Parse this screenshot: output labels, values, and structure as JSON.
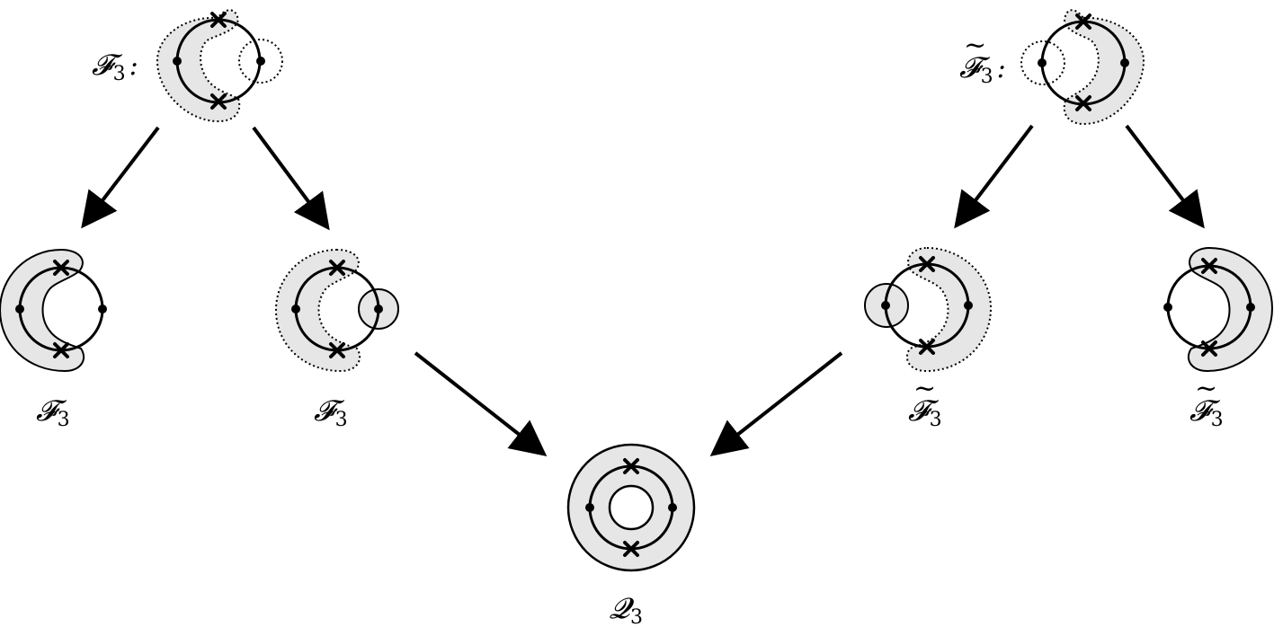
{
  "diagram": {
    "labels": {
      "top_left": {
        "main": "𝓕",
        "sub": "3",
        "suffix": ":"
      },
      "top_right": {
        "main": "𝓕",
        "sub": "3",
        "suffix": ":",
        "tilde": "~"
      },
      "mid_1": {
        "main": "𝓕",
        "sub": "3"
      },
      "mid_2": {
        "main": "𝓕",
        "sub": "3"
      },
      "mid_3": {
        "main": "𝓕",
        "sub": "3",
        "tilde": "~"
      },
      "mid_4": {
        "main": "𝓕",
        "sub": "3",
        "tilde": "~"
      },
      "bottom": {
        "main": "𝓠",
        "sub": "3"
      }
    },
    "colors": {
      "fill": "#e6e6e6",
      "stroke": "#000000",
      "background": "#ffffff"
    }
  }
}
